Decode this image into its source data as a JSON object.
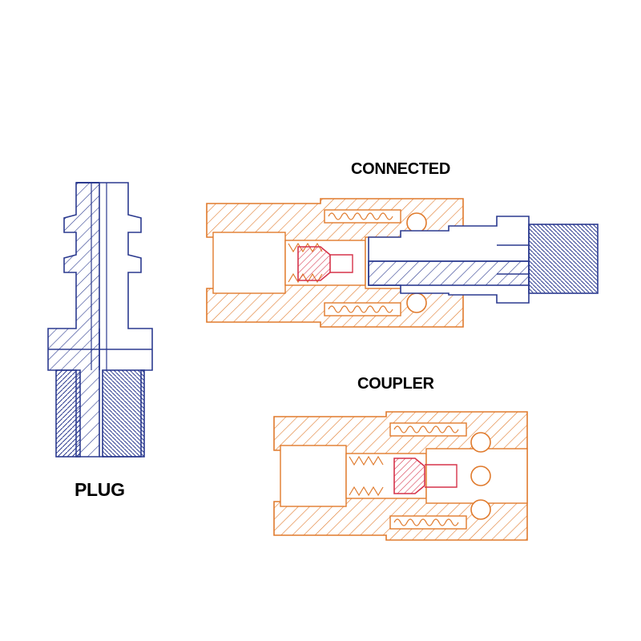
{
  "labels": {
    "connected": "CONNECTED",
    "coupler": "COUPLER",
    "plug": "PLUG"
  },
  "colors": {
    "plug_outline": "#2b3a8f",
    "coupler_body": "#e07a2c",
    "valve": "#d6334a",
    "background": "#ffffff",
    "label": "#000000"
  }
}
